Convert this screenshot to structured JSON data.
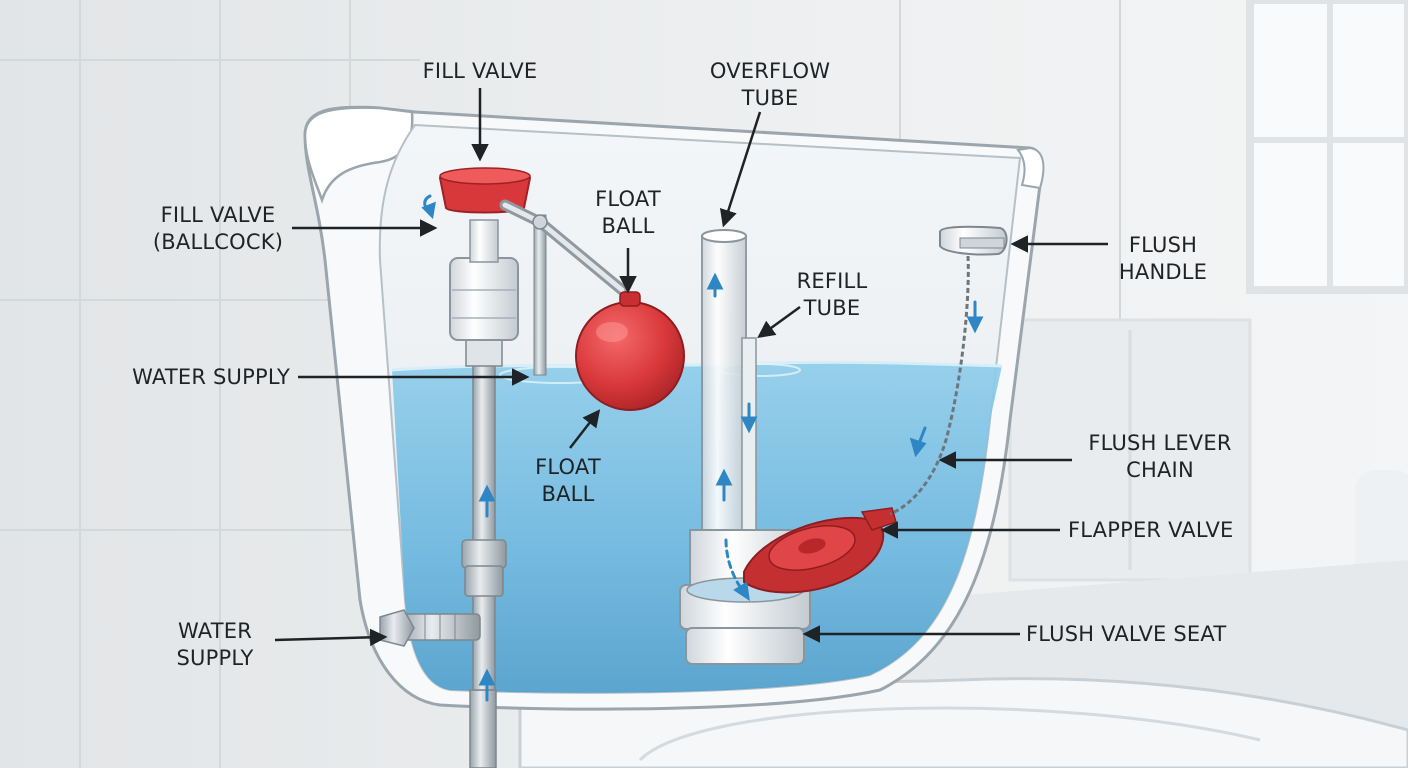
{
  "colors": {
    "water": "#7cc3e6",
    "water_deep": "#4f9fcc",
    "red_part": "#d9383a",
    "arrow_blue": "#2f86c4",
    "label_text": "#1f2326",
    "tile": "#e4e7e9"
  },
  "labels": {
    "fill_valve_top": [
      "FILL VALVE"
    ],
    "fill_valve_ballcock": [
      "FILL VALVE",
      "(BALLCOCK)"
    ],
    "water_supply_level": [
      "WATER SUPPLY"
    ],
    "water_supply_inlet": [
      "WATER",
      "SUPPLY"
    ],
    "float_ball_top": [
      "FLOAT",
      "BALL"
    ],
    "float_ball_bottom": [
      "FLOAT",
      "BALL"
    ],
    "overflow_tube": [
      "OVERFLOW",
      "TUBE"
    ],
    "refill_tube": [
      "REFILL",
      "TUBE"
    ],
    "flush_handle": [
      "FLUSH",
      "HANDLE"
    ],
    "flush_lever_chain": [
      "FLUSH LEVER",
      "CHAIN"
    ],
    "flapper_valve": [
      "FLAPPER VALVE"
    ],
    "flush_valve_seat": [
      "FLUSH VALVE SEAT"
    ]
  }
}
